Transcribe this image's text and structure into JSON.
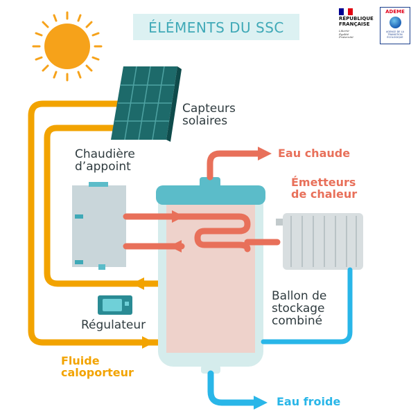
{
  "title": "ÉLÉMENTS DU SSC",
  "logos": {
    "republique": {
      "line1": "RÉPUBLIQUE",
      "line2": "FRANÇAISE",
      "motto1": "Liberté",
      "motto2": "Égalité",
      "motto3": "Fraternité"
    },
    "ademe": {
      "name": "ADEME",
      "tagline1": "AGENCE DE LA",
      "tagline2": "TRANSITION",
      "tagline3": "ÉCOLOGIQUE"
    }
  },
  "labels": {
    "capteurs_line1": "Capteurs",
    "capteurs_line2": "solaires",
    "chaudiere_line1": "Chaudière",
    "chaudiere_line2": "d’appoint",
    "eau_chaude": "Eau chaude",
    "emetteurs_line1": "Émetteurs",
    "emetteurs_line2": "de chaleur",
    "ballon_line1": "Ballon de",
    "ballon_line2": "stockage",
    "ballon_line3": "combiné",
    "regulateur": "Régulateur",
    "fluide_line1": "Fluide",
    "fluide_line2": "caloporteur",
    "eau_froide": "Eau froide"
  },
  "colors": {
    "solar_loop": "#f2a300",
    "hot_water": "#e8705a",
    "cold_water": "#29b6e8",
    "tank_body": "#d5ecec",
    "tank_cap": "#5bbcc9",
    "panel": "#1d6a6a",
    "sun": "#f6a21a",
    "boiler": "#c9d6da",
    "radiator": "#d8dee0",
    "title": "#3fa9b7"
  }
}
